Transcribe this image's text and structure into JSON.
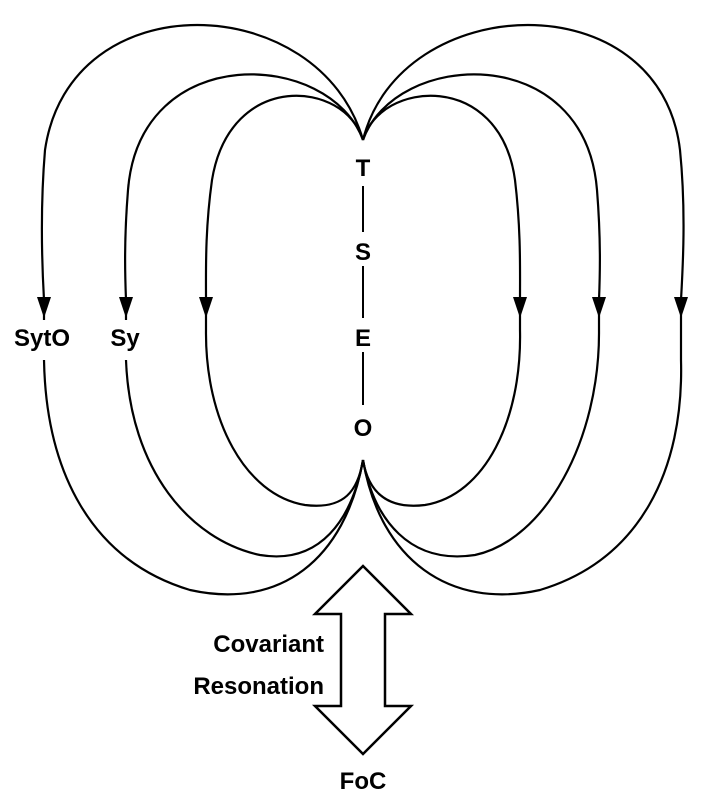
{
  "axis": {
    "top": "T",
    "second": "S",
    "third": "E",
    "bottom": "O"
  },
  "labels": {
    "outer_left": "SytO",
    "middle_left": "Sy"
  },
  "arrow_caption": {
    "line1": "Covariant",
    "line2": "Resonation"
  },
  "bottom_label": "FoC"
}
